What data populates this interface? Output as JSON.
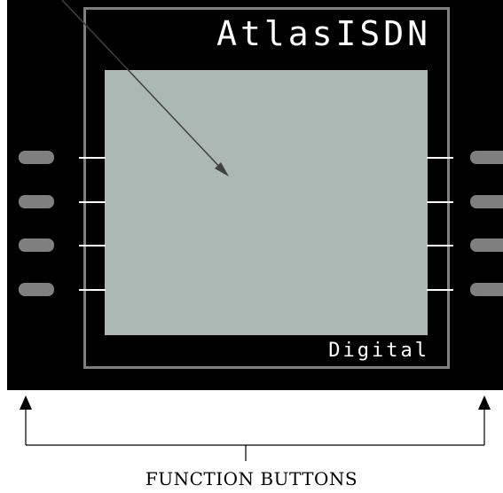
{
  "device": {
    "brand": "AtlasISDN",
    "mode_label": "Digital"
  },
  "buttons": {
    "left_count": 4,
    "right_count": 4
  },
  "caption": "FUNCTION BUTTONS",
  "colors": {
    "housing": "#000000",
    "bezel": "#7f7f7f",
    "screen": "#acb8b3",
    "button": "#7f7f7f",
    "text": "#ffffff"
  }
}
